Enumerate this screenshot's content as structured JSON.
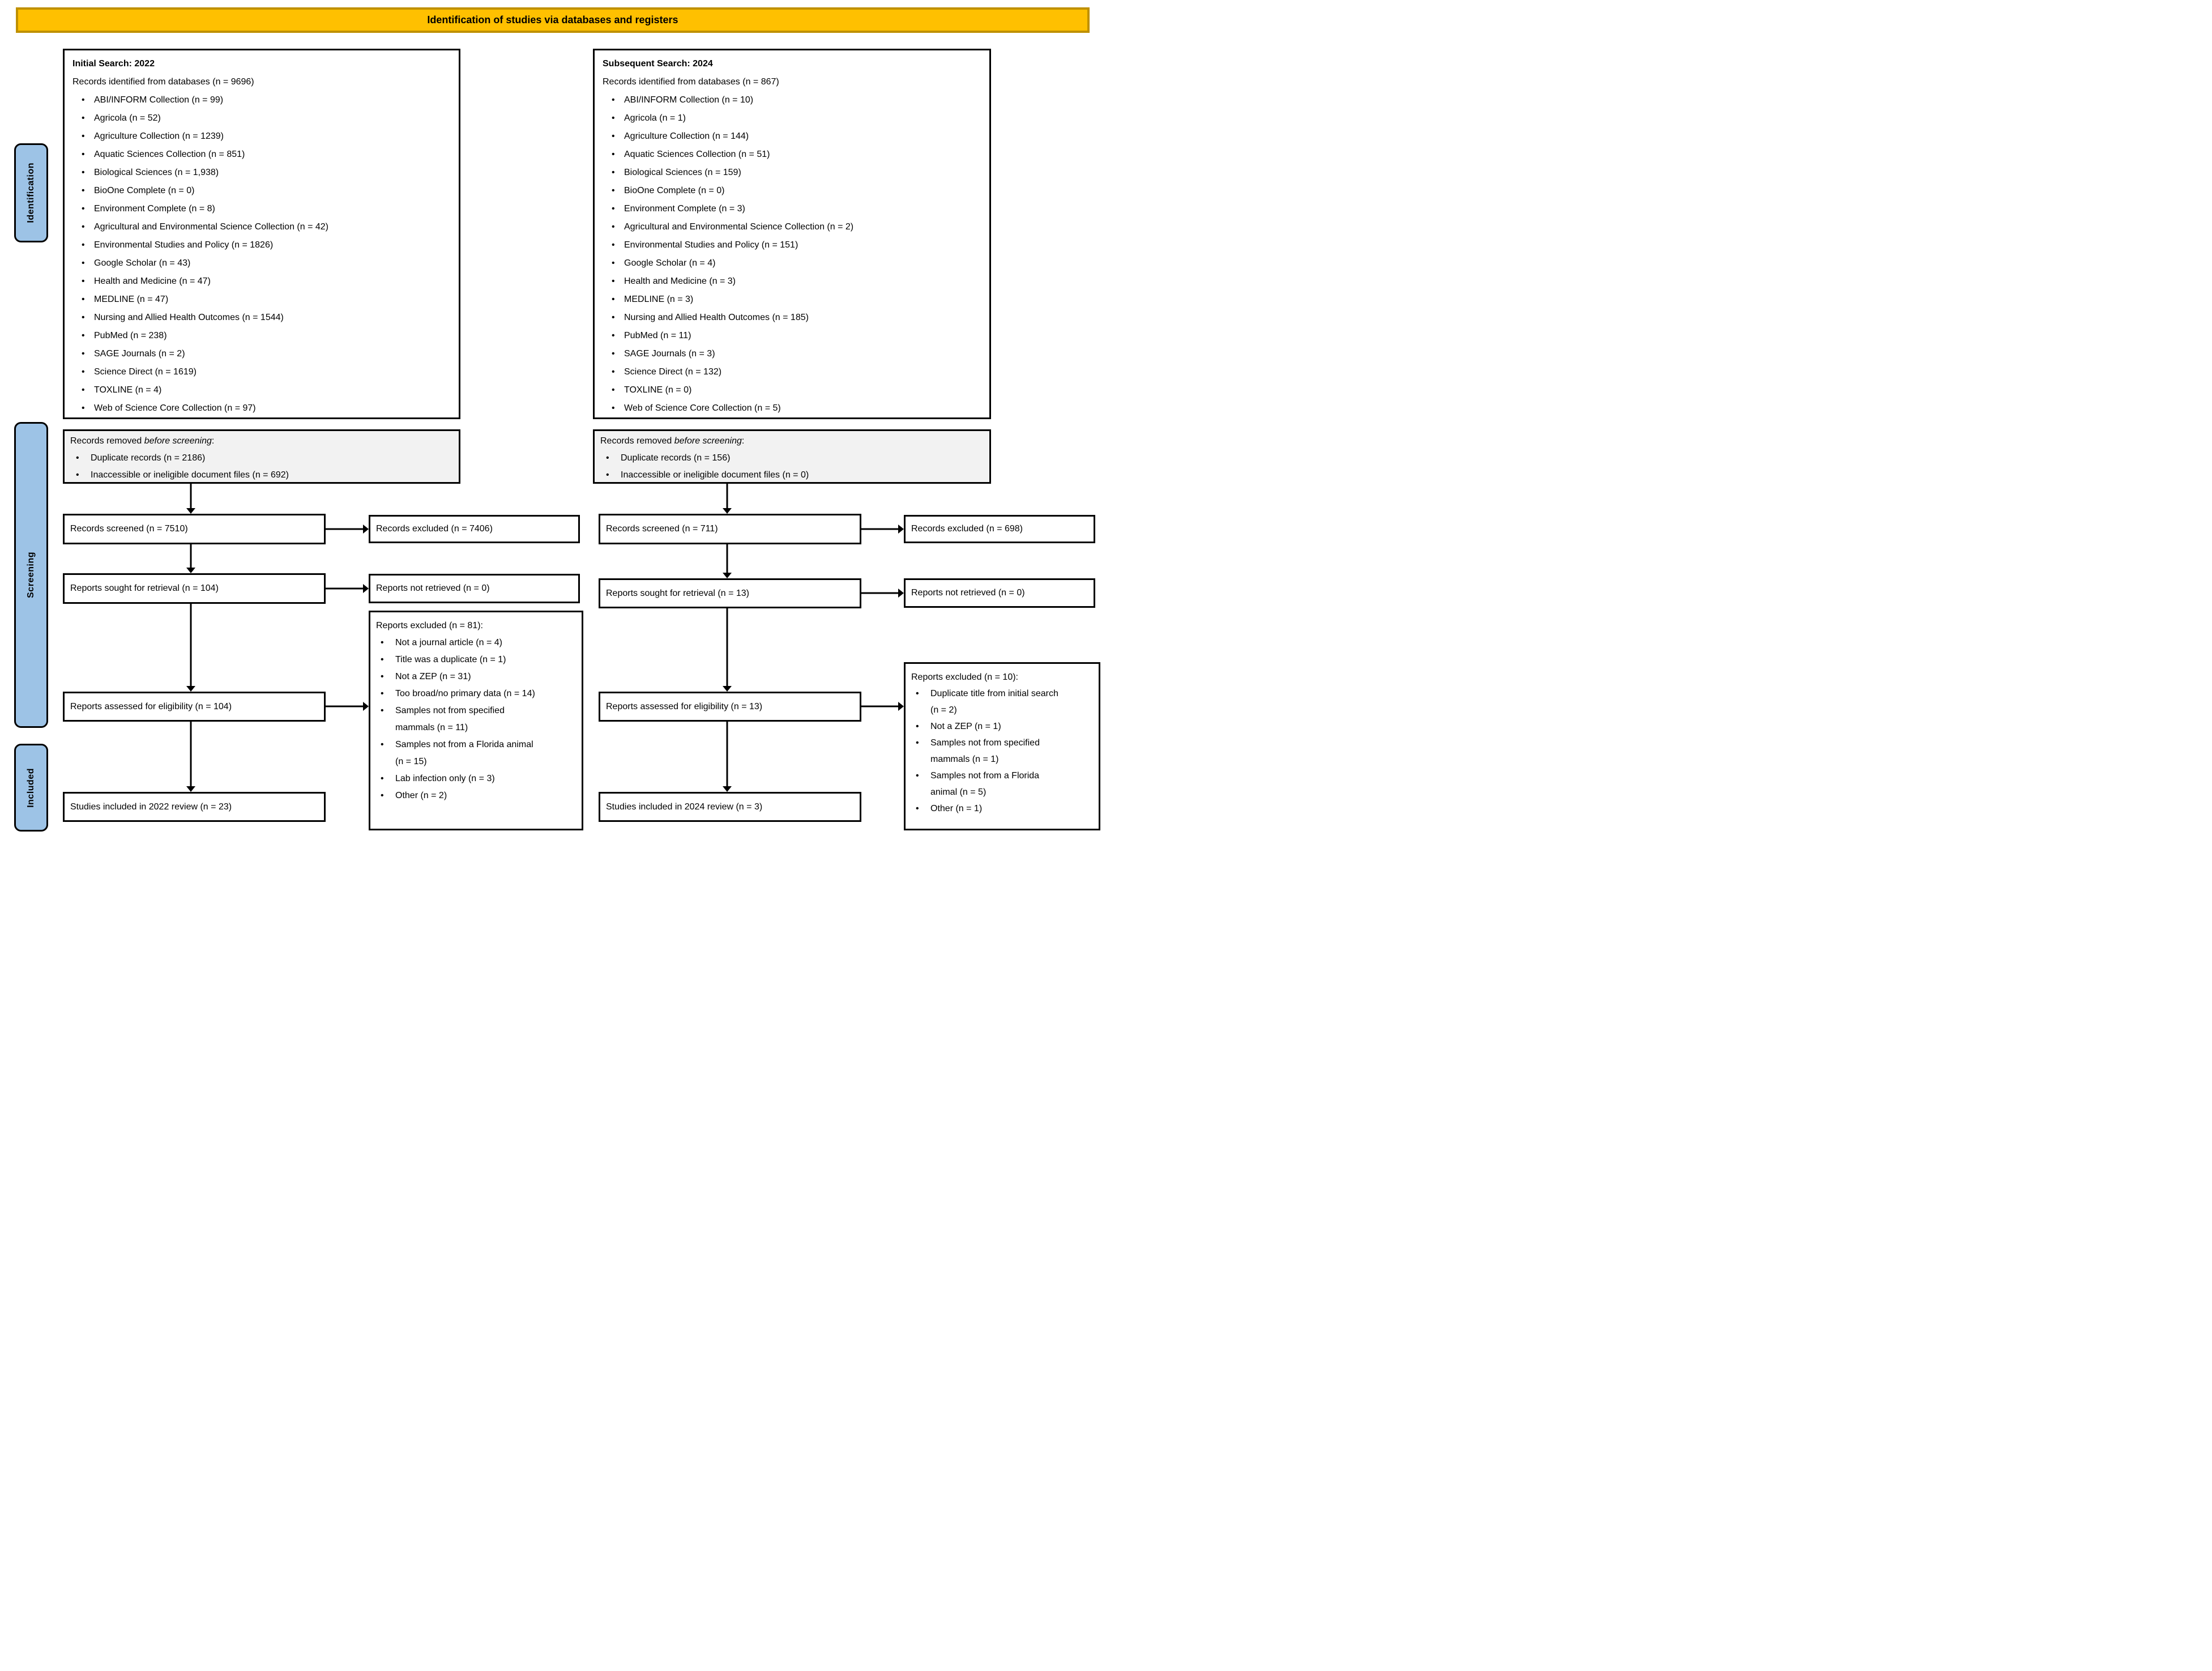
{
  "banner": {
    "title": "Identification of studies via databases and registers"
  },
  "stages": {
    "identification": "Identification",
    "screening": "Screening",
    "included": "Included"
  },
  "ui": {
    "bullet": "•"
  },
  "colors": {
    "banner_fill": "#FFC000",
    "banner_border": "#BF9000",
    "stage_label_fill": "#9DC3E6",
    "gray_box_fill": "#F2F2F2",
    "box_border": "#000000"
  },
  "left": {
    "search_title": "Initial Search: 2022",
    "records_identified": "Records identified from databases (n = 9696)",
    "databases": [
      "ABI/INFORM Collection (n = 99)",
      "Agricola (n = 52)",
      "Agriculture Collection (n = 1239)",
      "Aquatic Sciences Collection (n = 851)",
      "Biological Sciences (n = 1,938)",
      "BioOne Complete (n = 0)",
      "Environment Complete (n = 8)",
      "Agricultural and Environmental Science Collection (n = 42)",
      "Environmental Studies and Policy (n = 1826)",
      "Google Scholar (n = 43)",
      "Health and Medicine (n = 47)",
      "MEDLINE (n = 47)",
      "Nursing and Allied Health Outcomes (n = 1544)",
      "PubMed (n = 238)",
      "SAGE Journals (n = 2)",
      "Science Direct (n = 1619)",
      "TOXLINE (n = 4)",
      "Web of Science Core Collection (n = 97)"
    ],
    "removed": {
      "heading_prefix": "Records removed ",
      "heading_italic": "before screening",
      "heading_suffix": ":",
      "items": [
        "Duplicate records (n = 2186)",
        "Inaccessible or ineligible document files (n = 692)"
      ]
    },
    "records_screened": "Records screened (n = 7510)",
    "records_excluded": "Records excluded (n = 7406)",
    "reports_sought": "Reports sought for retrieval (n = 104)",
    "reports_not_retrieved": "Reports not retrieved (n = 0)",
    "reports_assessed": "Reports assessed for eligibility (n = 104)",
    "reports_excluded": {
      "heading": "Reports excluded (n = 81):",
      "items": [
        "Not a journal article (n = 4)",
        "Title was a duplicate (n = 1)",
        "Not a ZEP (n = 31)",
        "Too broad/no primary data (n = 14)",
        "Samples not from specified mammals (n = 11)",
        "Samples not from a Florida animal (n = 15)",
        "Lab infection only (n = 3)",
        "Other (n = 2)"
      ]
    },
    "studies_included": "Studies included in 2022 review (n = 23)"
  },
  "right": {
    "search_title": "Subsequent Search: 2024",
    "records_identified": "Records identified from databases (n = 867)",
    "databases": [
      "ABI/INFORM Collection (n = 10)",
      "Agricola (n = 1)",
      "Agriculture Collection (n = 144)",
      "Aquatic Sciences Collection (n = 51)",
      "Biological Sciences (n = 159)",
      "BioOne Complete (n = 0)",
      "Environment Complete (n = 3)",
      "Agricultural and Environmental Science Collection (n = 2)",
      "Environmental Studies and Policy (n = 151)",
      "Google Scholar (n = 4)",
      "Health and Medicine (n = 3)",
      "MEDLINE (n = 3)",
      "Nursing and Allied Health Outcomes (n = 185)",
      "PubMed (n = 11)",
      "SAGE Journals (n = 3)",
      "Science Direct (n = 132)",
      "TOXLINE (n = 0)",
      "Web of Science Core Collection (n = 5)"
    ],
    "removed": {
      "heading_prefix": "Records removed ",
      "heading_italic": "before screening",
      "heading_suffix": ":",
      "items": [
        "Duplicate records (n = 156)",
        "Inaccessible or ineligible document files (n = 0)"
      ]
    },
    "records_screened": "Records screened (n = 711)",
    "records_excluded": "Records excluded (n = 698)",
    "reports_sought": "Reports sought for retrieval (n = 13)",
    "reports_not_retrieved": "Reports not retrieved (n = 0)",
    "reports_assessed": "Reports assessed for eligibility (n = 13)",
    "reports_excluded": {
      "heading": "Reports excluded (n = 10):",
      "items": [
        "Duplicate title from initial search (n = 2)",
        "Not a ZEP (n = 1)",
        "Samples not from specified mammals (n = 1)",
        "Samples not from a Florida animal (n = 5)",
        "Other (n = 1)"
      ]
    },
    "studies_included": "Studies included in 2024 review (n = 3)"
  }
}
